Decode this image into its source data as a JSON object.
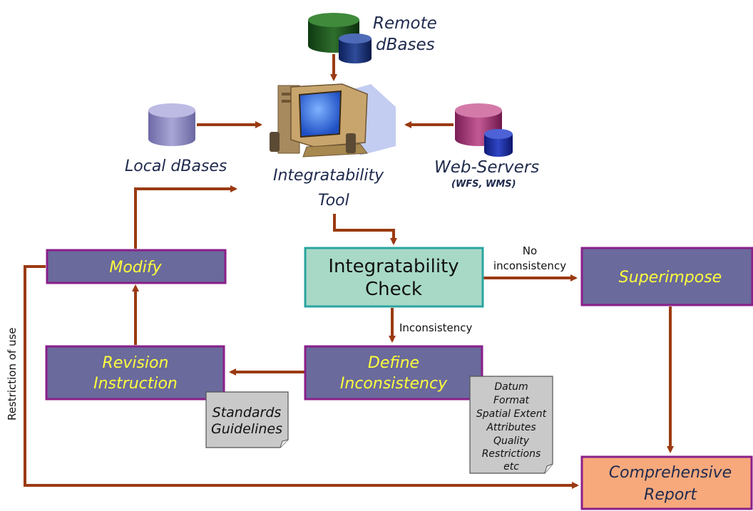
{
  "sources": {
    "remote": {
      "line1": "Remote",
      "line2": "dBases"
    },
    "local": {
      "label": "Local dBases"
    },
    "web": {
      "label": "Web-Servers",
      "sub": "(WFS, WMS)"
    }
  },
  "tool": {
    "line1": "Integratability",
    "line2": "Tool"
  },
  "nodes": {
    "check": {
      "line1": "Integratability",
      "line2": "Check"
    },
    "superimpose": {
      "label": "Superimpose"
    },
    "define": {
      "line1": "Define",
      "line2": "Inconsistency"
    },
    "revision": {
      "line1": "Revision",
      "line2": "Instruction"
    },
    "modify": {
      "label": "Modify"
    },
    "report": {
      "line1": "Comprehensive",
      "line2": "Report"
    }
  },
  "edges": {
    "no_inconsistency": {
      "line1": "No",
      "line2": "inconsistency"
    },
    "inconsistency": "Inconsistency",
    "restriction": "Restriction of use"
  },
  "notes": {
    "standards": [
      "Standards",
      "Guidelines"
    ],
    "checks": [
      "Datum",
      "Format",
      "Spatial Extent",
      "Attributes",
      "Quality",
      "Restrictions",
      "etc"
    ]
  },
  "colors": {
    "box_fill": "#6a6a9c",
    "box_border": "#8a1f8a",
    "check_fill": "#a8d9c7",
    "check_border": "#2aa5a0",
    "report_fill": "#f7a97c",
    "arrow": "#9b3a12",
    "box_text": "#ffff3c"
  }
}
